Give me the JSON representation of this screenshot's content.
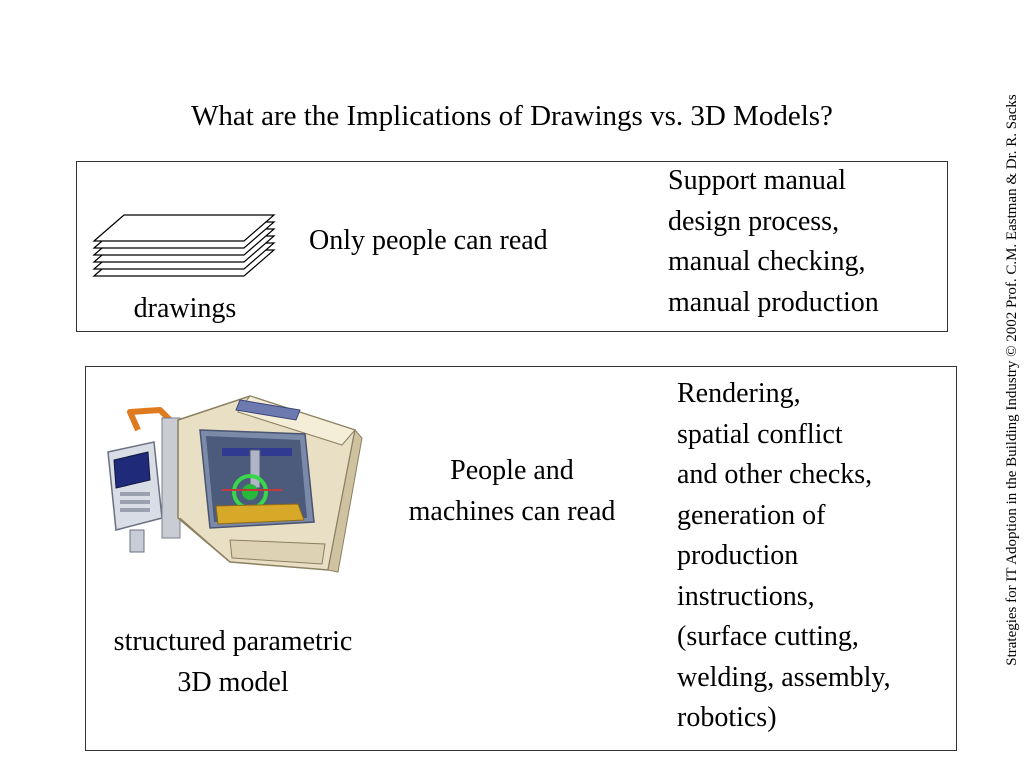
{
  "slide": {
    "title": "What are the Implications of Drawings vs. 3D Models?",
    "side_credit": "Strategies for IT Adoption in the Building Industry © 2002 Prof. C.M. Eastman  & Dr. R. Sacks"
  },
  "drawings_row": {
    "image_label": "drawings",
    "readability": "Only people can read",
    "uses": [
      "Support manual",
      "design process,",
      "manual checking,",
      "manual production"
    ]
  },
  "model_row": {
    "image_label": [
      "structured parametric",
      "3D model"
    ],
    "readability": [
      "People and",
      "machines can read"
    ],
    "uses": [
      "Rendering,",
      "spatial conflict",
      "and other checks,",
      "generation of",
      "production",
      "instructions,",
      "(surface cutting,",
      "welding, assembly,",
      "robotics)"
    ]
  }
}
